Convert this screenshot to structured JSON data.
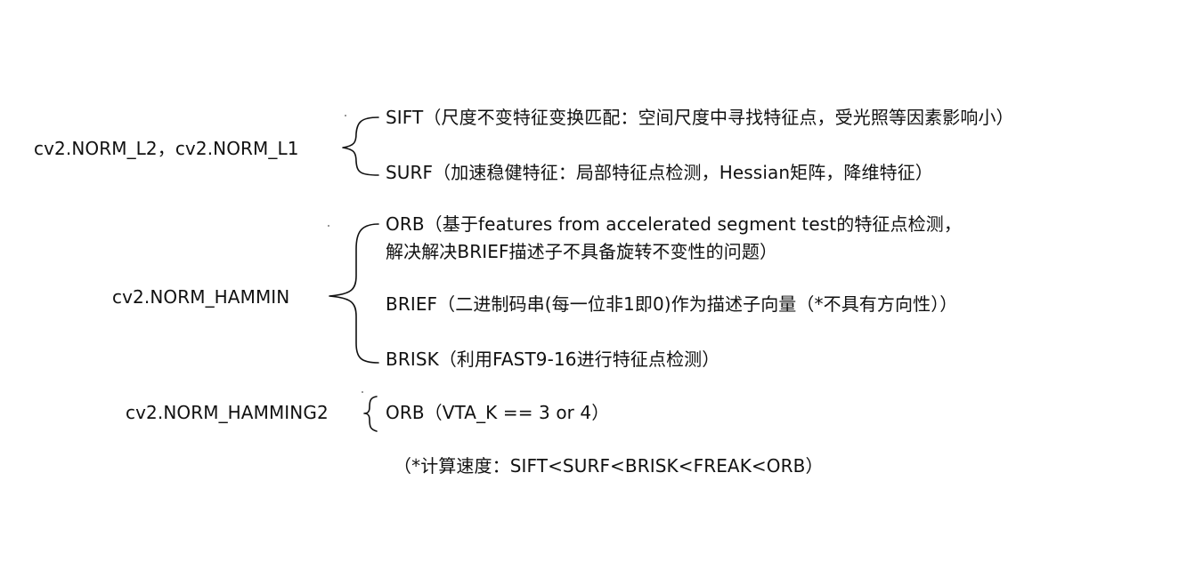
{
  "groups": [
    {
      "label": "cv2.NORM_L2，cv2.NORM_L1",
      "items": [
        {
          "lines": [
            "SIFT（尺度不变特征变换匹配：空间尺度中寻找特征点，受光照等因素影响小）"
          ]
        },
        {
          "lines": [
            "SURF（加速稳健特征：局部特征点检测，Hessian矩阵，降维特征）"
          ]
        }
      ]
    },
    {
      "label": "cv2.NORM_HAMMIN",
      "items": [
        {
          "lines": [
            "ORB（基于features from accelerated segment test的特征点检测，",
            "解决解决BRIEF描述子不具备旋转不变性的问题）"
          ]
        },
        {
          "lines": [
            "BRIEF（二进制码串(每一位非1即0)作为描述子向量（*不具有方向性））"
          ]
        },
        {
          "lines": [
            "BRISK（利用FAST9-16进行特征点检测）"
          ]
        }
      ]
    },
    {
      "label": "cv2.NORM_HAMMING2",
      "items": [
        {
          "lines": [
            "ORB（VTA_K == 3 or 4）"
          ]
        }
      ]
    }
  ],
  "footnote": "（*计算速度：SIFT<SURF<BRISK<FREAK<ORB）"
}
